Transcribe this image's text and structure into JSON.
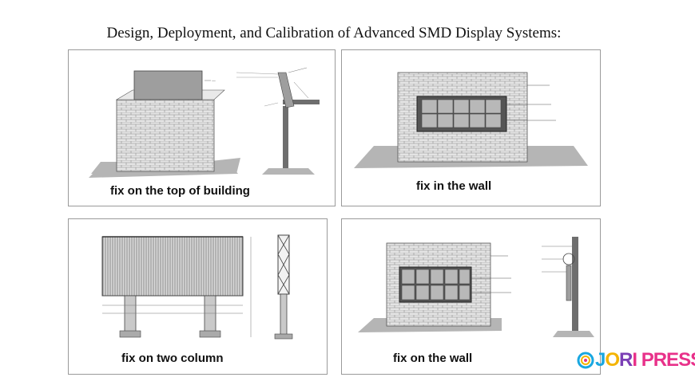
{
  "page": {
    "title": "Design, Deployment, and Calibration of Advanced SMD Display Systems:"
  },
  "panels": [
    {
      "id": "top-of-building",
      "caption": "fix on the top of building"
    },
    {
      "id": "in-the-wall",
      "caption": "fix in the wall"
    },
    {
      "id": "two-column",
      "caption": "fix on two column"
    },
    {
      "id": "on-the-wall",
      "caption": "fix on the wall"
    }
  ],
  "watermark": {
    "text": "JORI PRESS",
    "colors": {
      "ring_outer": "#19a7e0",
      "ring_inner": "#f4b400",
      "accent": "#e8318a"
    }
  },
  "colors": {
    "panel_border": "#9a9a9a",
    "brick_fill": "#e4e4e4",
    "ground_fill": "#b5b5b5",
    "screen_fill": "#9e9e9e",
    "steel_fill": "#6e6e6e"
  }
}
